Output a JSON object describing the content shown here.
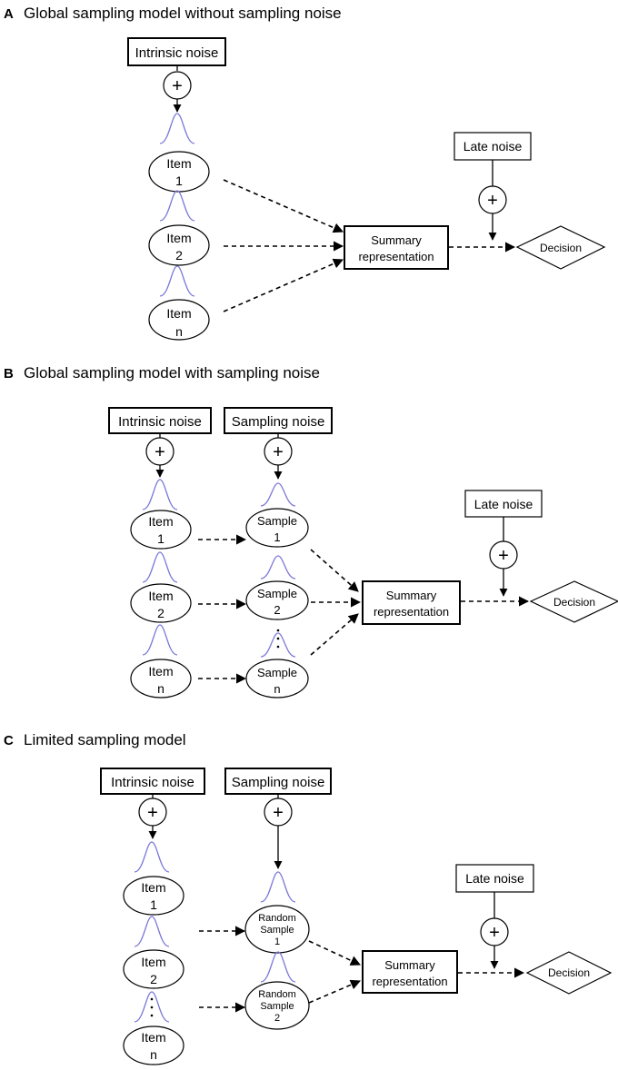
{
  "panels": {
    "a": {
      "letter": "A",
      "title": "Global sampling model without sampling noise",
      "intrinsic": "Intrinsic noise",
      "plus": "+",
      "items": [
        {
          "name": "Item",
          "index": "1"
        },
        {
          "name": "Item",
          "index": "2"
        },
        {
          "name": "Item",
          "index": "n"
        }
      ],
      "summary": [
        "Summary",
        "representation"
      ],
      "late": "Late noise",
      "decision": "Decision"
    },
    "b": {
      "letter": "B",
      "title": "Global sampling model with sampling noise",
      "intrinsic": "Intrinsic noise",
      "sampling": "Sampling noise",
      "plus": "+",
      "items": [
        {
          "name": "Item",
          "index": "1"
        },
        {
          "name": "Item",
          "index": "2"
        },
        {
          "name": "Item",
          "index": "n"
        }
      ],
      "samples": [
        {
          "name": "Sample",
          "index": "1"
        },
        {
          "name": "Sample",
          "index": "2"
        },
        {
          "name": "Sample",
          "index": "n"
        }
      ],
      "summary": [
        "Summary",
        "representation"
      ],
      "late": "Late noise",
      "decision": "Decision"
    },
    "c": {
      "letter": "C",
      "title": "Limited sampling model",
      "intrinsic": "Intrinsic noise",
      "sampling": "Sampling noise",
      "plus": "+",
      "items": [
        {
          "name": "Item",
          "index": "1"
        },
        {
          "name": "Item",
          "index": "2"
        },
        {
          "name": "Item",
          "index": "n"
        }
      ],
      "samples": [
        {
          "line1": "Random",
          "line2": "Sample",
          "index": "1"
        },
        {
          "line1": "Random",
          "line2": "Sample",
          "index": "2"
        }
      ],
      "summary": [
        "Summary",
        "representation"
      ],
      "late": "Late noise",
      "decision": "Decision"
    }
  },
  "colors": {
    "distribution_curve": "#7b78d8",
    "stroke": "#000000",
    "background": "#ffffff"
  }
}
